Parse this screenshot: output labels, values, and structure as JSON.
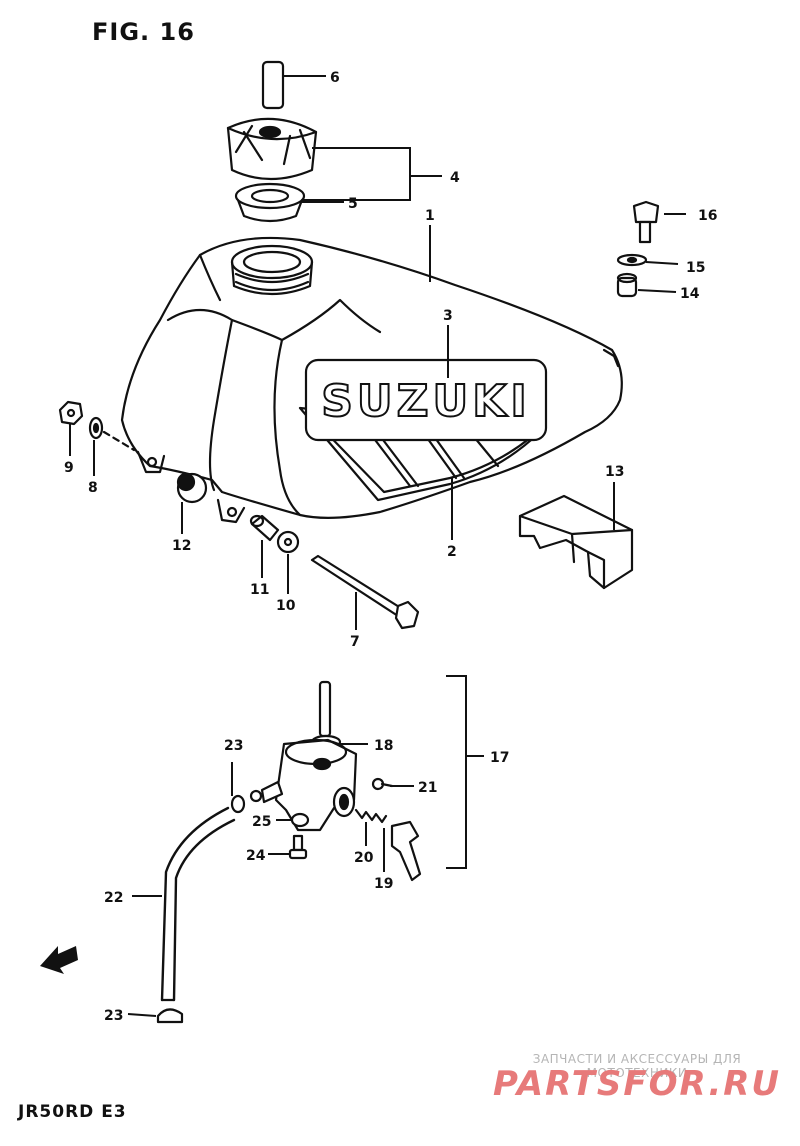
{
  "figure": {
    "title": "FIG. 16",
    "model": "JR50RD E3",
    "brand_text": "SUZUKI"
  },
  "watermark": {
    "tagline": "ЗАПЧАСТИ И АКСЕССУАРЫ ДЛЯ МОТОТЕХНИКИ",
    "site": "PARTSFOR.RU",
    "color": "#e77a7a"
  },
  "callouts": [
    "1",
    "2",
    "3",
    "4",
    "5",
    "6",
    "7",
    "8",
    "9",
    "10",
    "11",
    "12",
    "13",
    "14",
    "15",
    "16",
    "17",
    "18",
    "19",
    "20",
    "21",
    "22",
    "23",
    "24",
    "25"
  ],
  "direction_arrow_icon": "front-arrow-icon"
}
